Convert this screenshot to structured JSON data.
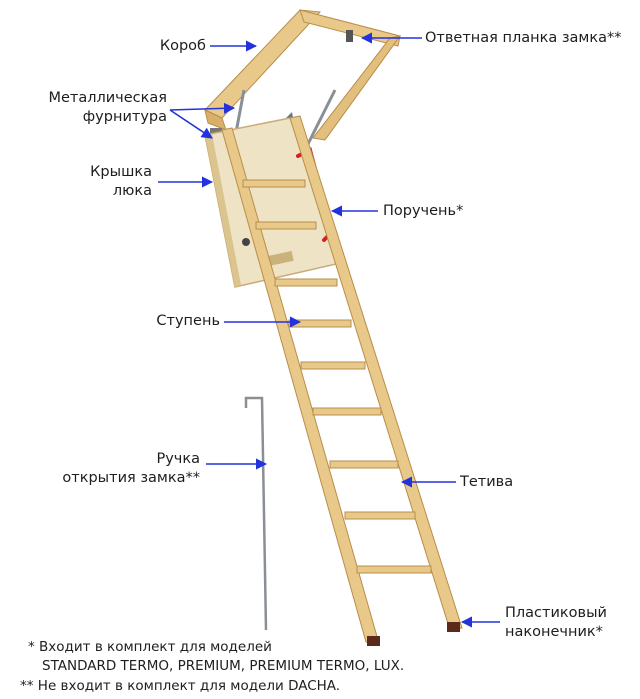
{
  "labels": {
    "korob": "Короб",
    "strike_plate": "Ответная планка замка**",
    "hardware_line1": "Металлическая",
    "hardware_line2": "фурнитура",
    "hatch_line1": "Крышка",
    "hatch_line2": "люка",
    "handrail": "Поручень*",
    "step": "Ступень",
    "handle_line1": "Ручка",
    "handle_line2": "открытия замка**",
    "stringer": "Тетива",
    "tip_line1": "Пластиковый",
    "tip_line2": "наконечник*"
  },
  "footnotes": {
    "note1_line1": "*  Входит в комплект для моделей",
    "note1_line2": "STANDARD TERMO, PREMIUM, PREMIUM TERMO, LUX.",
    "note2": "** Не входит в комплект для модели DACHA."
  },
  "colors": {
    "arrow": "#2233dd",
    "wood": "#e8c98a",
    "wood_dark": "#b98d4a",
    "hatch_panel": "#efe3c6",
    "handrail": "#d42020",
    "tip": "#5a2a1a",
    "metal": "#8a8f96"
  }
}
